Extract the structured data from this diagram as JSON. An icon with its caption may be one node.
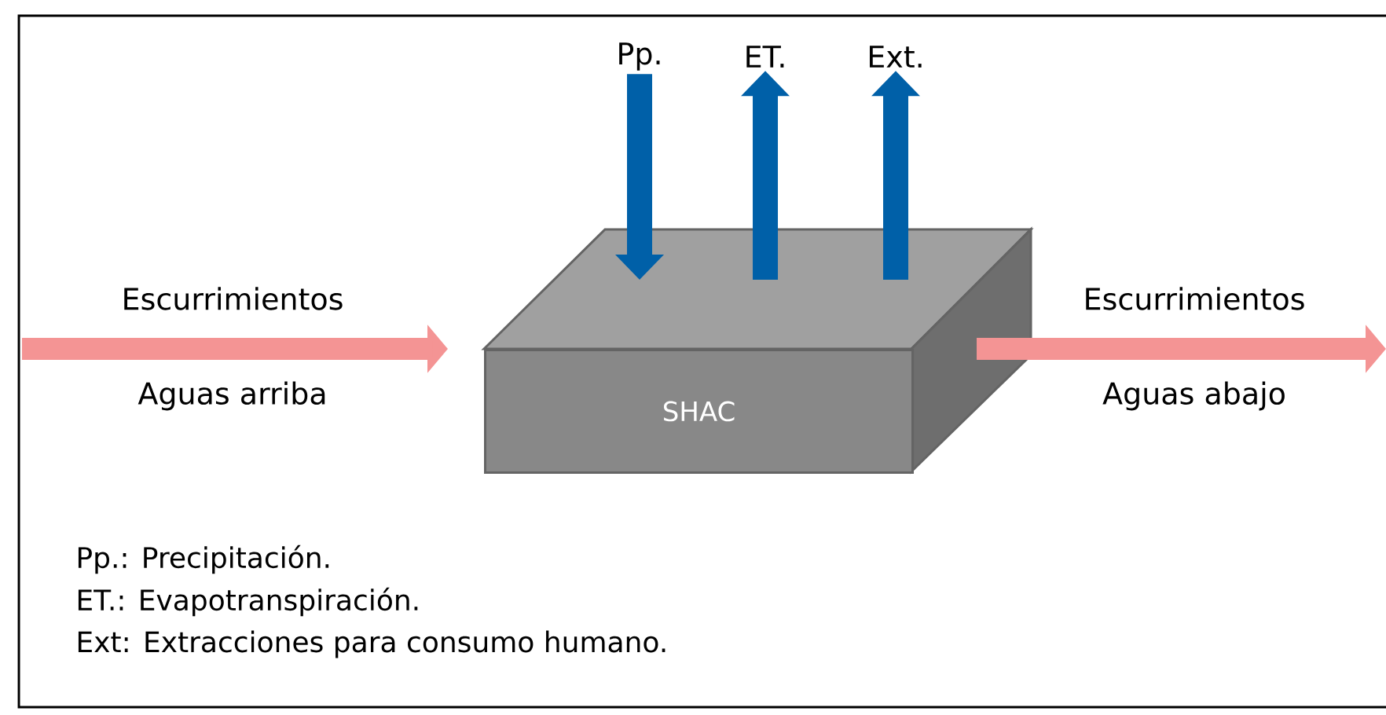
{
  "diagram": {
    "nodes": [
      {
        "text": [
          "SHAC"
        ]
      },
      {
        "text": [
          "Pp."
        ]
      },
      {
        "text": [
          "ET."
        ]
      },
      {
        "text": [
          "Ext."
        ]
      }
    ],
    "edges": [
      {
        "from": 1,
        "to": 0,
        "arrow": "to"
      },
      {
        "from": 0,
        "to": 2,
        "arrow": "to"
      },
      {
        "from": 0,
        "to": 3,
        "arrow": "to"
      },
      {
        "from": null,
        "to": 0,
        "arrow": "to",
        "label": "Escurrimientos",
        "color": "#f49494"
      },
      {
        "from": 0,
        "to": null,
        "arrow": "to",
        "label": "Escurrimientos",
        "color": "#f49494"
      }
    ],
    "labels": [
      "Aguas arriba",
      "Aguas abajo",
      "Pp.: Precipitación.",
      "ET.: Evapotranspiración.",
      "Ext: Extracciones para consumo humano."
    ]
  }
}
